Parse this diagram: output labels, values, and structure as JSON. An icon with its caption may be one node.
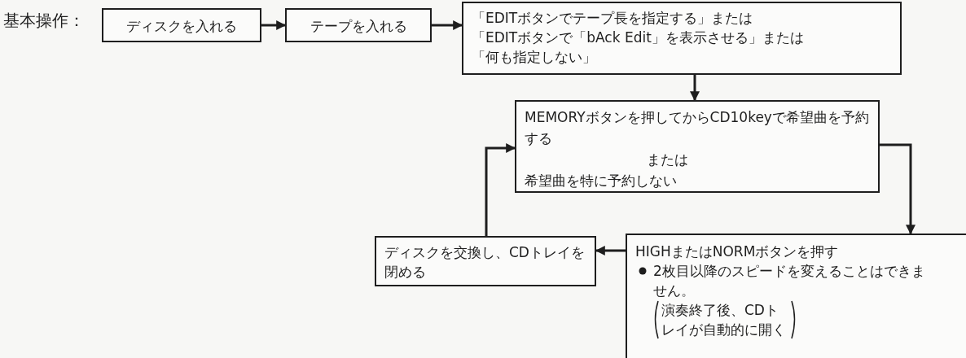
{
  "diagram": {
    "nodes": [
      {
        "text": [
          "ディスクを入れる"
        ]
      },
      {
        "text": [
          "テープを入れる"
        ]
      },
      {
        "text": [
          "「EDITボタンでテープ長を指定する」または",
          "「EDITボタンで「bAck Edit」を表示させる」または",
          "「何も指定しない」"
        ]
      },
      {
        "text": [
          "MEMORYボタンを押してからCD10keyで希望曲を予約する",
          "または",
          "希望曲を特に予約しない"
        ]
      },
      {
        "text": [
          "HIGHまたはNORMボタンを押す",
          "2枚目以降のスピードを変えることはできません。",
          "演奏終了後、CDトレイが自動的に開く"
        ]
      },
      {
        "text": [
          "ディスクを交換し、CDトレイを閉める"
        ]
      }
    ],
    "edges": [
      {
        "from": 0,
        "to": 1,
        "arrow": "to"
      },
      {
        "from": 1,
        "to": 2,
        "arrow": "to"
      },
      {
        "from": 2,
        "to": 3,
        "arrow": "to"
      },
      {
        "from": 3,
        "to": 4,
        "arrow": "to"
      },
      {
        "from": 4,
        "to": 5,
        "arrow": "to"
      },
      {
        "from": 5,
        "to": 3,
        "arrow": "to"
      }
    ],
    "labels": [
      "基本操作："
    ]
  }
}
